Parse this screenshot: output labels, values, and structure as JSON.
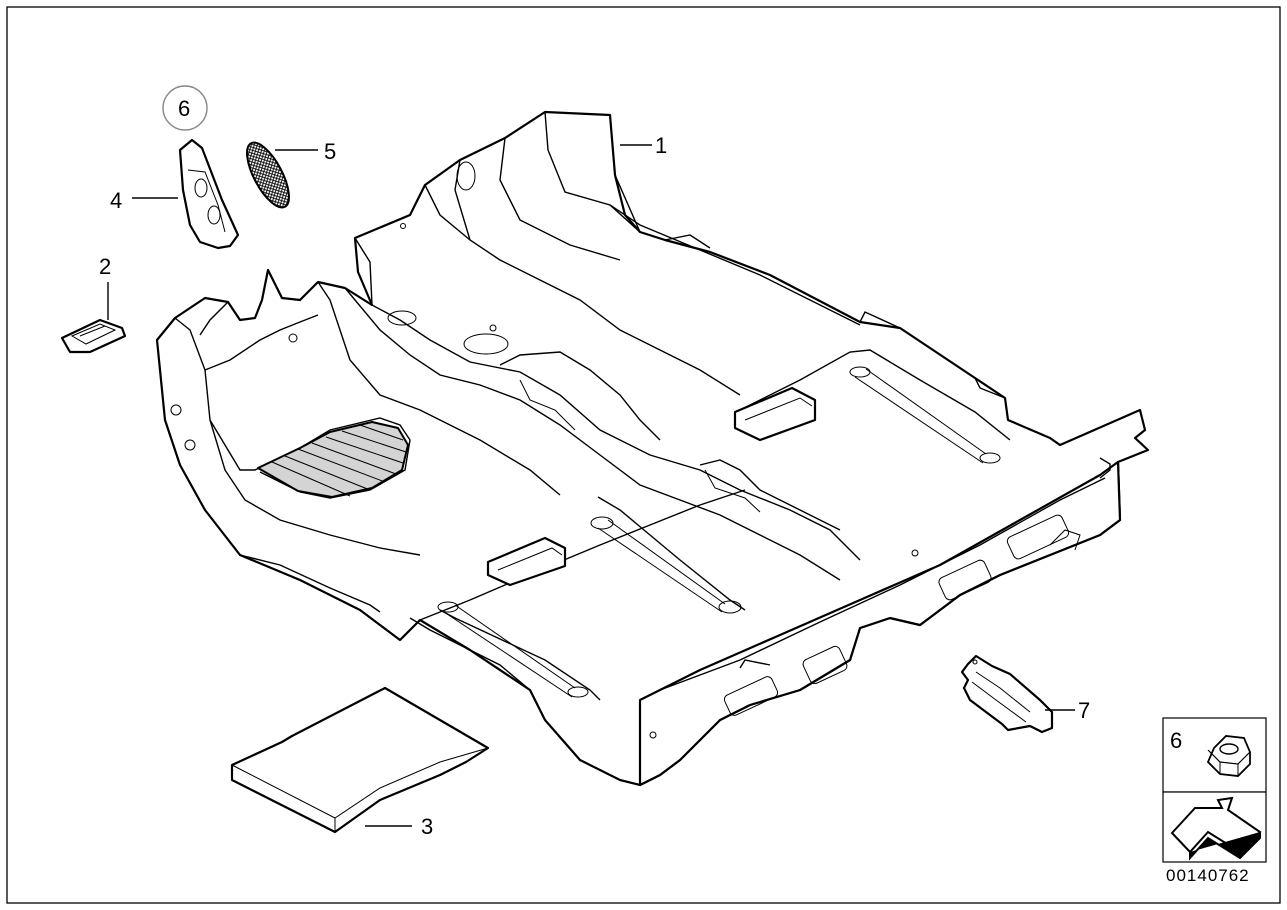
{
  "diagram": {
    "callouts": [
      {
        "id": "1",
        "label": "1"
      },
      {
        "id": "2",
        "label": "2"
      },
      {
        "id": "3",
        "label": "3"
      },
      {
        "id": "4",
        "label": "4"
      },
      {
        "id": "5",
        "label": "5"
      },
      {
        "id": "6",
        "label": "6"
      },
      {
        "id": "7",
        "label": "7"
      }
    ],
    "legend": {
      "part_number": "6",
      "nut_icon": "hex-nut-icon",
      "arrow_icon": "direction-arrow-icon"
    },
    "document_number": "00140762"
  }
}
